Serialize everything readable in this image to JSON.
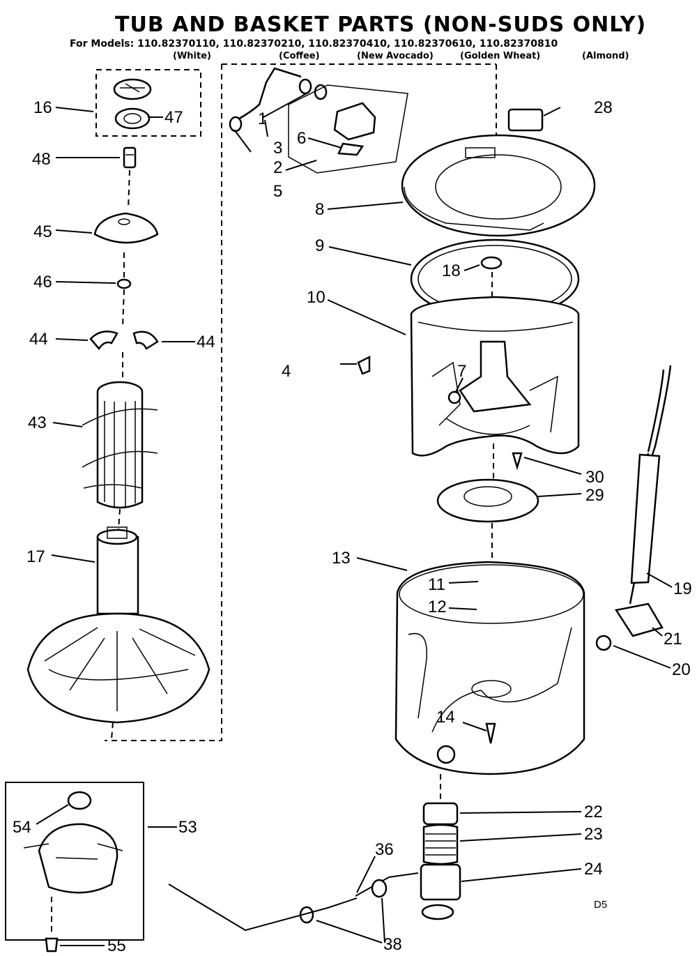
{
  "header": {
    "title": "TUB AND BASKET PARTS   (NON-SUDS ONLY)",
    "models_line": "For Models: 110.82370110, 110.82370210, 110.82370410, 110.82370610, 110.82370810",
    "colors": [
      "(White)",
      "(Coffee)",
      "(New Avocado)",
      "(Golden Wheat)",
      "(Almond)"
    ]
  },
  "callouts": {
    "n1": "1",
    "n2": "2",
    "n3": "3",
    "n4": "4",
    "n5": "5",
    "n6": "6",
    "n7": "7",
    "n8": "8",
    "n9": "9",
    "n10": "10",
    "n11": "11",
    "n12": "12",
    "n13": "13",
    "n14": "14",
    "n16": "16",
    "n17": "17",
    "n18": "18",
    "n19": "19",
    "n20": "20",
    "n21": "21",
    "n22": "22",
    "n23": "23",
    "n24": "24",
    "n28": "28",
    "n29": "29",
    "n30": "30",
    "n36": "36",
    "n38": "38",
    "n43": "43",
    "n44a": "44",
    "n44b": "44",
    "n45": "45",
    "n46": "46",
    "n47": "47",
    "n48": "48",
    "n53": "53",
    "n54": "54",
    "n55": "55"
  },
  "corner_code": "D5"
}
